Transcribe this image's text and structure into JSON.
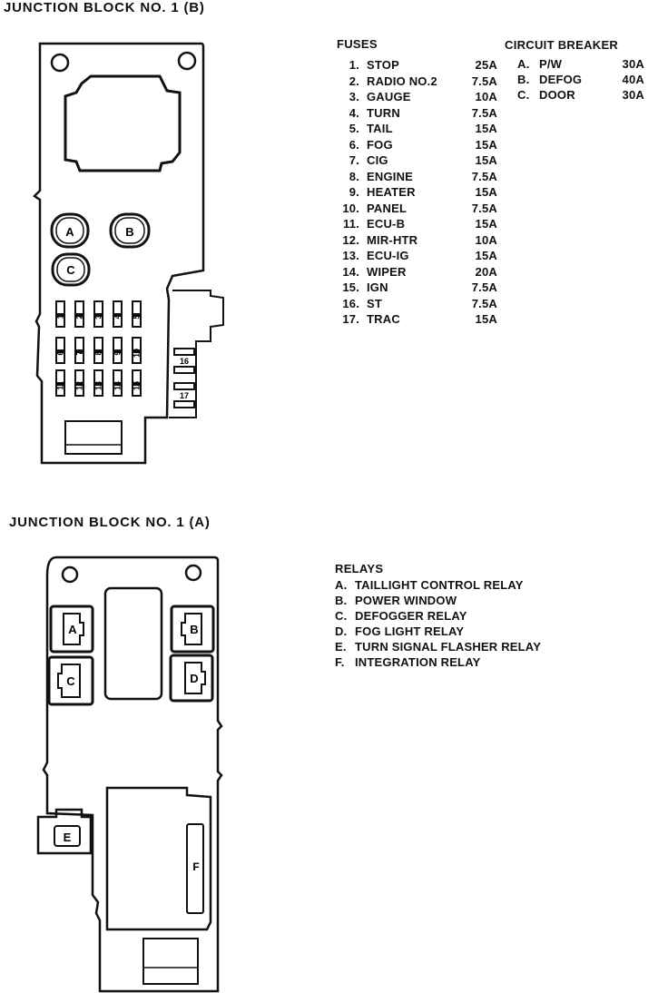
{
  "block_b": {
    "title": "JUNCTION BLOCK NO. 1 (B)",
    "relay_labels": [
      "A",
      "B",
      "C"
    ],
    "fuse_slot_labels": [
      "1",
      "2",
      "3",
      "4",
      "5",
      "6",
      "7",
      "8",
      "9",
      "10",
      "11",
      "12",
      "13",
      "14",
      "15",
      "16",
      "17"
    ]
  },
  "fuses": {
    "heading": "FUSES",
    "items": [
      {
        "num": "1.",
        "name": "STOP",
        "amp": "25A"
      },
      {
        "num": "2.",
        "name": "RADIO NO.2",
        "amp": "7.5A"
      },
      {
        "num": "3.",
        "name": "GAUGE",
        "amp": "10A"
      },
      {
        "num": "4.",
        "name": "TURN",
        "amp": "7.5A"
      },
      {
        "num": "5.",
        "name": "TAIL",
        "amp": "15A"
      },
      {
        "num": "6.",
        "name": "FOG",
        "amp": "15A"
      },
      {
        "num": "7.",
        "name": "CIG",
        "amp": "15A"
      },
      {
        "num": "8.",
        "name": "ENGINE",
        "amp": "7.5A"
      },
      {
        "num": "9.",
        "name": "HEATER",
        "amp": "15A"
      },
      {
        "num": "10.",
        "name": "PANEL",
        "amp": "7.5A"
      },
      {
        "num": "11.",
        "name": "ECU-B",
        "amp": "15A"
      },
      {
        "num": "12.",
        "name": "MIR-HTR",
        "amp": "10A"
      },
      {
        "num": "13.",
        "name": "ECU-IG",
        "amp": "15A"
      },
      {
        "num": "14.",
        "name": "WIPER",
        "amp": "20A"
      },
      {
        "num": "15.",
        "name": "IGN",
        "amp": "7.5A"
      },
      {
        "num": "16.",
        "name": "ST",
        "amp": "7.5A"
      },
      {
        "num": "17.",
        "name": "TRAC",
        "amp": "15A"
      }
    ]
  },
  "circuit_breaker": {
    "heading": "CIRCUIT BREAKER",
    "items": [
      {
        "num": "A.",
        "name": "P/W",
        "amp": "30A"
      },
      {
        "num": "B.",
        "name": "DEFOG",
        "amp": "40A"
      },
      {
        "num": "C.",
        "name": "DOOR",
        "amp": "30A"
      }
    ]
  },
  "block_a": {
    "title": "JUNCTION BLOCK NO. 1 (A)",
    "relay_labels": [
      "A",
      "B",
      "C",
      "D",
      "E",
      "F"
    ]
  },
  "relays": {
    "heading": "RELAYS",
    "items": [
      {
        "num": "A.",
        "name": "TAILLIGHT CONTROL RELAY"
      },
      {
        "num": "B.",
        "name": "POWER WINDOW"
      },
      {
        "num": "C.",
        "name": "DEFOGGER RELAY"
      },
      {
        "num": "D.",
        "name": "FOG LIGHT RELAY"
      },
      {
        "num": "E.",
        "name": "TURN SIGNAL FLASHER RELAY"
      },
      {
        "num": "F.",
        "name": "INTEGRATION RELAY"
      }
    ]
  }
}
